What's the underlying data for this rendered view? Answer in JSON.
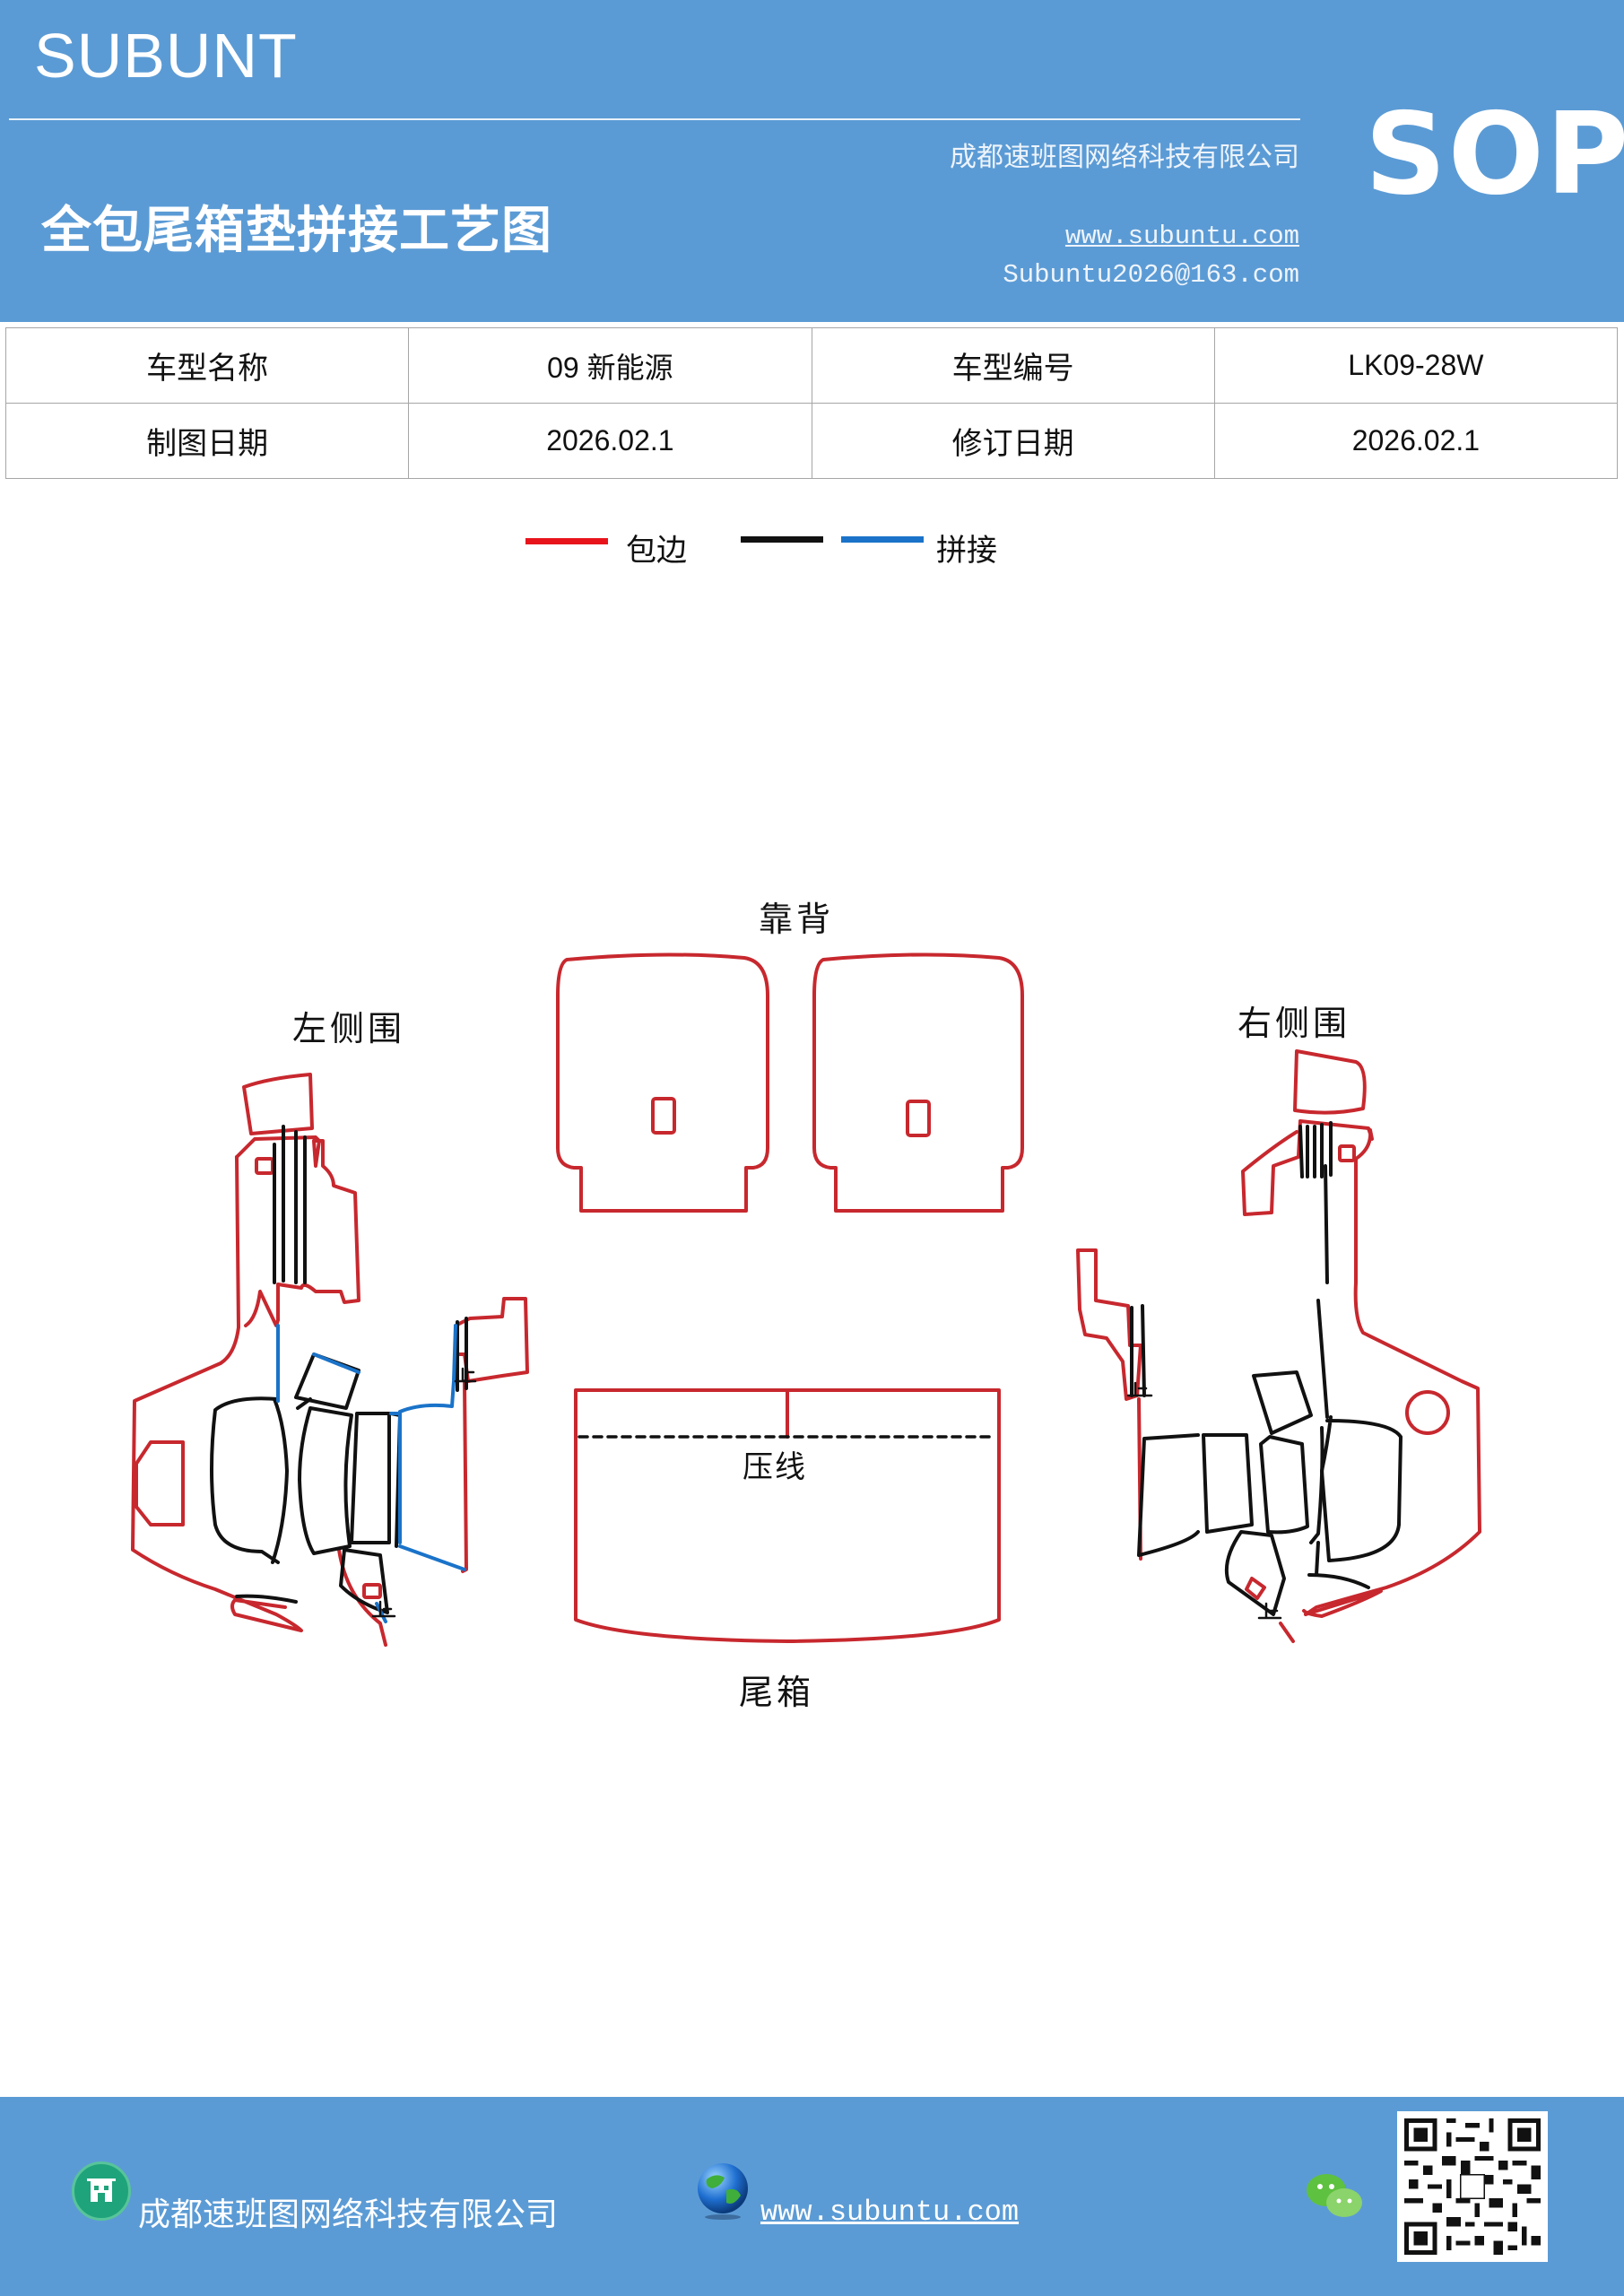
{
  "header": {
    "brand": "SUBUNT",
    "company": "成都速班图网络科技有限公司",
    "title": "全包尾箱垫拼接工艺图",
    "website": "www.subuntu.com",
    "email": "Subuntu2026@163.com",
    "badge": "SOP"
  },
  "info_table": {
    "rows": [
      [
        {
          "label": "车型名称",
          "value": "09 新能源"
        },
        {
          "label": "车型编号",
          "value": "LK09-28W"
        }
      ],
      [
        {
          "label": "制图日期",
          "value": "2026.02.1"
        },
        {
          "label": "修订日期",
          "value": "2026.02.1"
        }
      ]
    ]
  },
  "legend": {
    "items": [
      {
        "label": "包边",
        "color": "#e8141c"
      },
      {
        "label": "",
        "color": "#111111"
      },
      {
        "label": "拼接",
        "color": "#1a73c9"
      }
    ]
  },
  "diagram": {
    "labels": {
      "backrest": "靠背",
      "left_side": "左侧围",
      "right_side": "右侧围",
      "crease_line": "压线",
      "trunk": "尾箱",
      "stop_left_a": "止",
      "stop_left_b": "止",
      "stop_right_a": "止",
      "stop_right_b": "止"
    },
    "colors": {
      "edge": "#c7282e",
      "seam": "#1a73c9",
      "cut": "#111111"
    }
  },
  "footer": {
    "company": "成都速班图网络科技有限公司",
    "website": "www.subuntu.com",
    "icons": [
      "building-icon",
      "globe-icon",
      "wechat-icon",
      "qr-code"
    ]
  }
}
